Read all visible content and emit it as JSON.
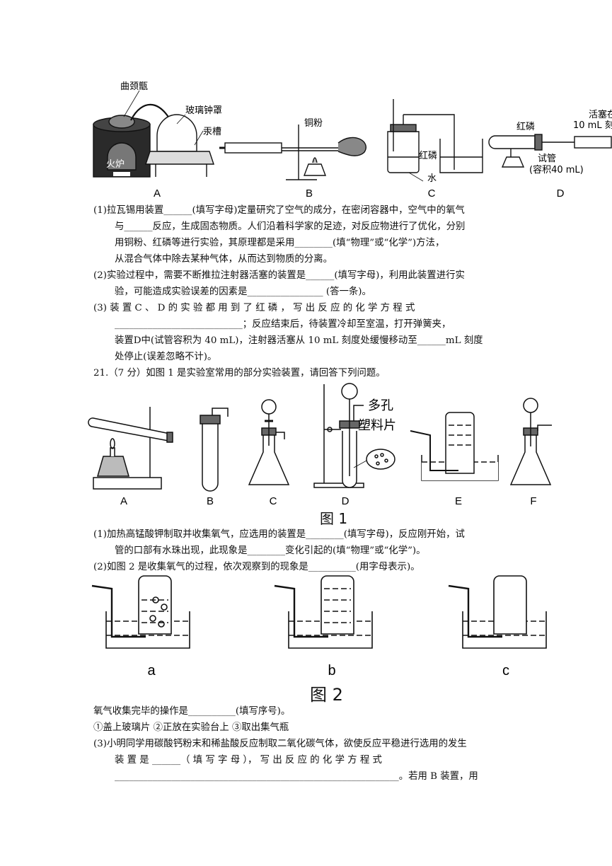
{
  "fig_top": {
    "labels": [
      "A",
      "B",
      "C",
      "D"
    ],
    "callouts": {
      "retort": "曲颈甑",
      "bell_jar": "玻璃钟罩",
      "mercury": "汞槽",
      "furnace": "火炉",
      "copper": "铜粉",
      "red_p_c": "红磷",
      "water": "水",
      "red_p_d": "红磷",
      "syringe": "活塞在",
      "scale": "10 mL 刻",
      "test_tube": "试管",
      "volume": "(容积40 mL)"
    }
  },
  "q20": {
    "p1_l1": "(1)拉瓦锡用装置______(填写字母)定量研究了空气的成分，在密闭容器中，空气中的氧气",
    "p1_l2": "与______反应，生成固态物质。人们沿着科学家的足迹，对反应物进行了优化，分别",
    "p1_l3": "用铜粉、红磷等进行实验，其原理都是采用________(填“物理”或“化学”)方法，",
    "p1_l4": "从混合气体中除去某种气体，从而达到物质的分离。",
    "p2_l1": "(2)实验过程中，需要不断推拉注射器活塞的装置是______(填写字母)，利用此装置进行实",
    "p2_l2": "验，可能造成实验误差的因素是________________ (答一条)。",
    "p3_l1": "(3) 装 置  C 、 D  的 实 验 都 用 到 了 红 磷 ， 写 出 反 应 的 化 学 方 程 式",
    "p3_l2": "___________________________；反应结束后，待装置冷却至室温，打开弹簧夹，",
    "p3_l3": "装置D中(试管容积为 40 mL)，注射器活塞从 10 mL 刻度处缓慢移动至______mL 刻度",
    "p3_l4": "处停止(误差忽略不计)。"
  },
  "q21": {
    "head": "21.（7 分）如图 1 是实验室常用的部分实验装置，请回答下列问题。",
    "fig1_labels": [
      "A",
      "B",
      "C",
      "D",
      "E",
      "F"
    ],
    "fig1_callout": [
      "多孔",
      "塑料片"
    ],
    "fig1_title": "图 1",
    "p1_l1": "(1)加热高锰酸钾制取并收集氧气，应选用的装置是________(填写字母)，反应刚开始，试",
    "p1_l2": "管的口部有水珠出现，此现象是________变化引起的(填“物理”或“化学”)。",
    "p2_l1": "(2)如图 2 是收集氧气的过程，依次观察到的现象是__________(用字母表示)。",
    "fig2_labels": [
      "a",
      "b",
      "c"
    ],
    "fig2_title": "图 2",
    "after_l1": "氧气收集完毕的操作是__________(填写序号)。",
    "after_l2": "①盖上玻璃片   ②正放在实验台上   ③取出集气瓶",
    "p3_l1": "(3)小明同学用碳酸钙粉末和稀盐酸反应制取二氧化碳气体，欲使反应平稳进行选用的发生",
    "p3_l2": "装 置 是  ______（ 填 写 字 母 ）， 写 出 反 应 的 化 学 方 程 式",
    "p3_l3": "____________________________________________________________。若用 B 装置，用"
  }
}
